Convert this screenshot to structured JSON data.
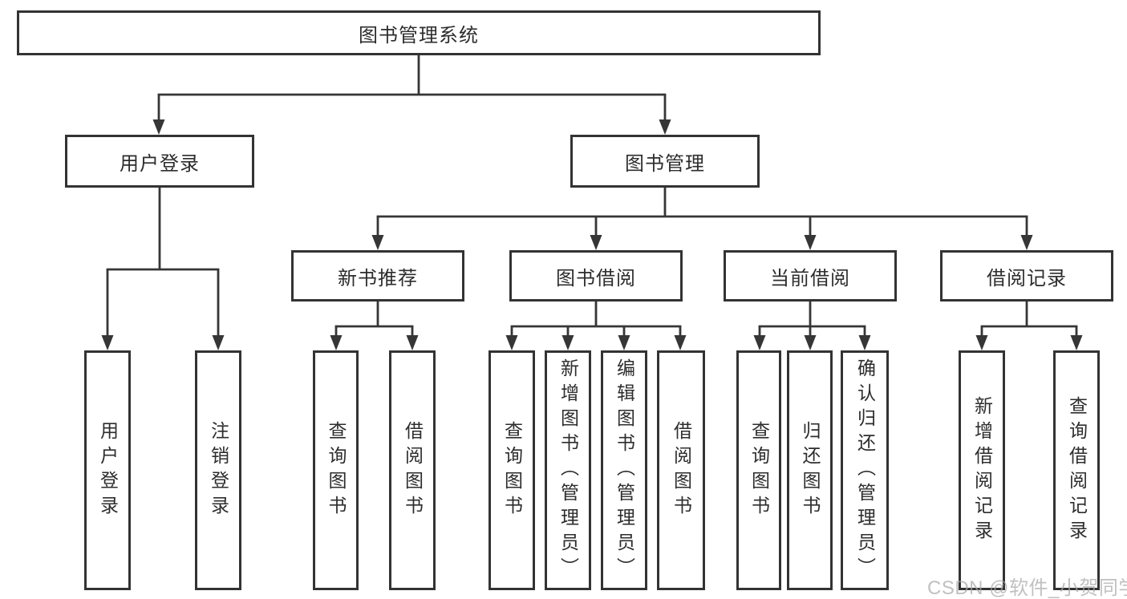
{
  "tree": {
    "root_label": "图书管理系统",
    "branches": [
      {
        "label": "用户登录",
        "children": [
          "用户登录",
          "注销登录"
        ]
      },
      {
        "label": "图书管理",
        "sections": [
          {
            "label": "新书推荐",
            "children": [
              "查询图书",
              "借阅图书"
            ]
          },
          {
            "label": "图书借阅",
            "children": [
              "查询图书",
              "新增图书（管理员）",
              "编辑图书（管理员）",
              "借阅图书"
            ]
          },
          {
            "label": "当前借阅",
            "children": [
              "查询图书",
              "归还图书",
              "确认归还（管理员）"
            ]
          },
          {
            "label": "借阅记录",
            "children": [
              "新增借阅记录",
              "查询借阅记录"
            ]
          }
        ]
      }
    ]
  },
  "watermark": {
    "text": "CSDN @软件_小贺同学"
  },
  "colors": {
    "line": "#363636",
    "text": "#2d2d2d",
    "background": "#ffffff",
    "watermark": "#a8a8a8"
  }
}
